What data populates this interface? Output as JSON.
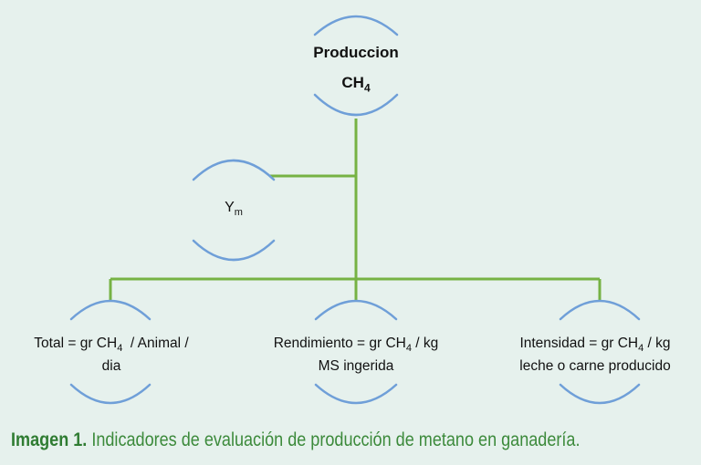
{
  "root": {
    "line1": "Produccion",
    "ch4_base": "CH",
    "ch4_sub": "4"
  },
  "ym": {
    "base": "Y",
    "sub": "m"
  },
  "leaves": [
    {
      "pre": "Total = gr CH",
      "sub": "4",
      "post": "  / Animal /",
      "line2": "dia"
    },
    {
      "pre": "Rendimiento = gr CH",
      "sub": "4",
      "post": " / kg",
      "line2": "MS ingerida"
    },
    {
      "pre": "Intensidad = gr CH",
      "sub": "4",
      "post": " / kg",
      "line2": "leche o carne producido"
    }
  ],
  "caption": {
    "label": "Imagen 1.",
    "text": " Indicadores de evaluación de producción de metano en ganadería."
  },
  "colors": {
    "connector": "#76b244",
    "node_arc": "#6f9fd8",
    "caption": "#3c8a3b",
    "background": "#e6f1ed"
  }
}
